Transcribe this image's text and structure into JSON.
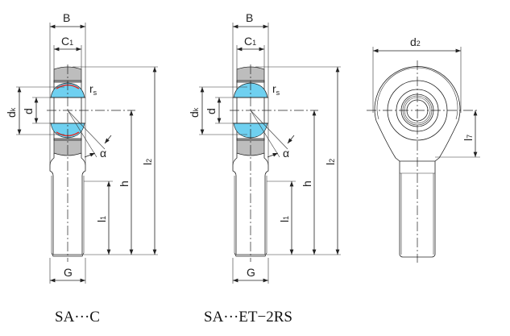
{
  "side_view": {
    "width_label": "B",
    "inner_width_label": {
      "main": "C",
      "sub": "1"
    },
    "radius_label": {
      "main": "r",
      "sub": "s"
    },
    "ball_diameter_label": {
      "main": "d",
      "sub": "k"
    },
    "bore_label": "d",
    "tilt_angle_label": "α",
    "total_length_label": {
      "main": "l",
      "sub": "2"
    },
    "center_height_label": "h",
    "thread_length_label": {
      "main": "l",
      "sub": "1"
    },
    "thread_label": "G"
  },
  "front_view": {
    "head_diameter_label": {
      "main": "d",
      "sub": "2"
    },
    "neck_length_label": {
      "main": "l",
      "sub": "7"
    }
  },
  "captions": [
    "SA···C",
    "SA···ET−2RS"
  ],
  "colors": {
    "ball": "#6fd0f0",
    "housing": "#bdbdbd",
    "seal": "#e0302a"
  }
}
